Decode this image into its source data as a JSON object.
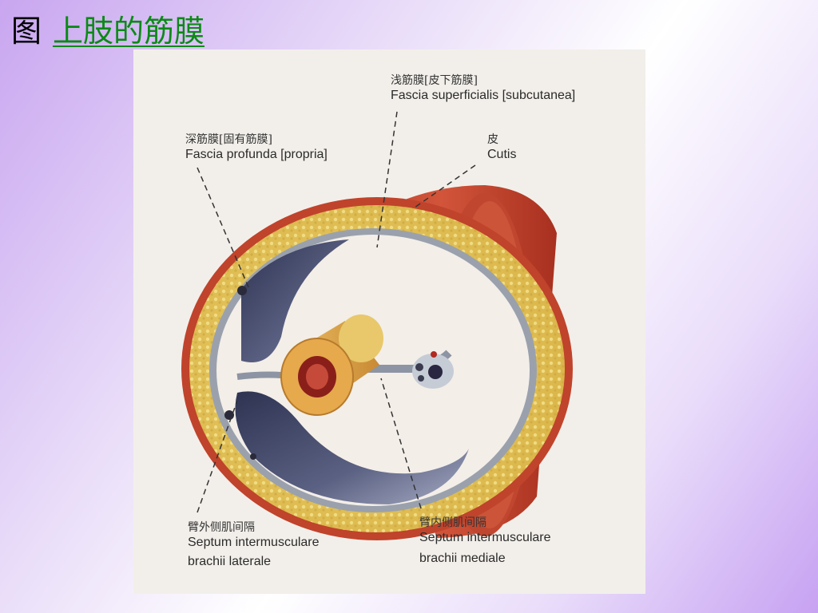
{
  "title": {
    "prefix": "图",
    "link_text": "上肢的筋膜"
  },
  "labels": {
    "superficial_fascia": {
      "zh": "浅筋膜[皮下筋膜]",
      "la": "Fascia superficialis [subcutanea]"
    },
    "deep_fascia": {
      "zh": "深筋膜[固有筋膜]",
      "la": "Fascia profunda [propria]"
    },
    "skin": {
      "zh": "皮",
      "la": "Cutis"
    },
    "lateral_septum": {
      "zh": "臂外侧肌间隔",
      "la1": "Septum intermusculare",
      "la2": "brachii laterale"
    },
    "medial_septum": {
      "zh": "臂内侧肌间隔",
      "la1": "Septum intermusculare",
      "la2": "brachii mediale"
    }
  },
  "colors": {
    "title_link": "#0b8a16",
    "skin": "#c8432c",
    "fat": "#e6c95a",
    "fascia": "#9aa1ad",
    "muscle": "#4a4f6e",
    "bone": "#d89a42",
    "marrow": "#8a1f1a"
  }
}
